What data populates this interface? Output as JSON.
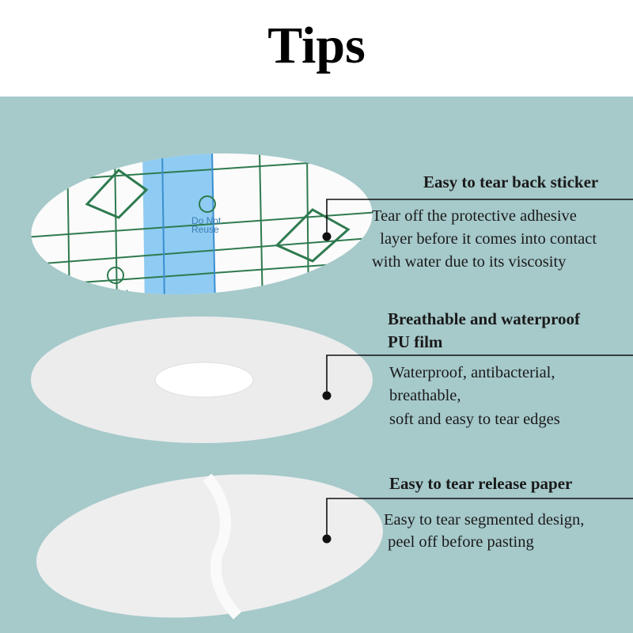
{
  "header": {
    "title": "Tips"
  },
  "product_print": {
    "label_line1": "Do Not",
    "label_line2": "Reuse",
    "label_partial": "Do Not"
  },
  "callouts": [
    {
      "title": "Easy to tear back sticker",
      "lines": [
        "Tear off the protective adhesive",
        "  layer before it comes into contact",
        "with water due to its viscosity"
      ]
    },
    {
      "title_lines": [
        "Breathable and waterproof",
        "PU film"
      ],
      "lines": [
        "Waterproof, antibacterial,",
        "breathable,",
        "soft and easy to tear edges"
      ]
    },
    {
      "title": "Easy to tear release paper",
      "lines": [
        "Easy to tear segmented design,",
        " peel off before pasting"
      ]
    }
  ],
  "colors": {
    "background": "#a6c9ca",
    "print_green": "#2e7a4f",
    "blue_strip": "#8fcbf2"
  }
}
